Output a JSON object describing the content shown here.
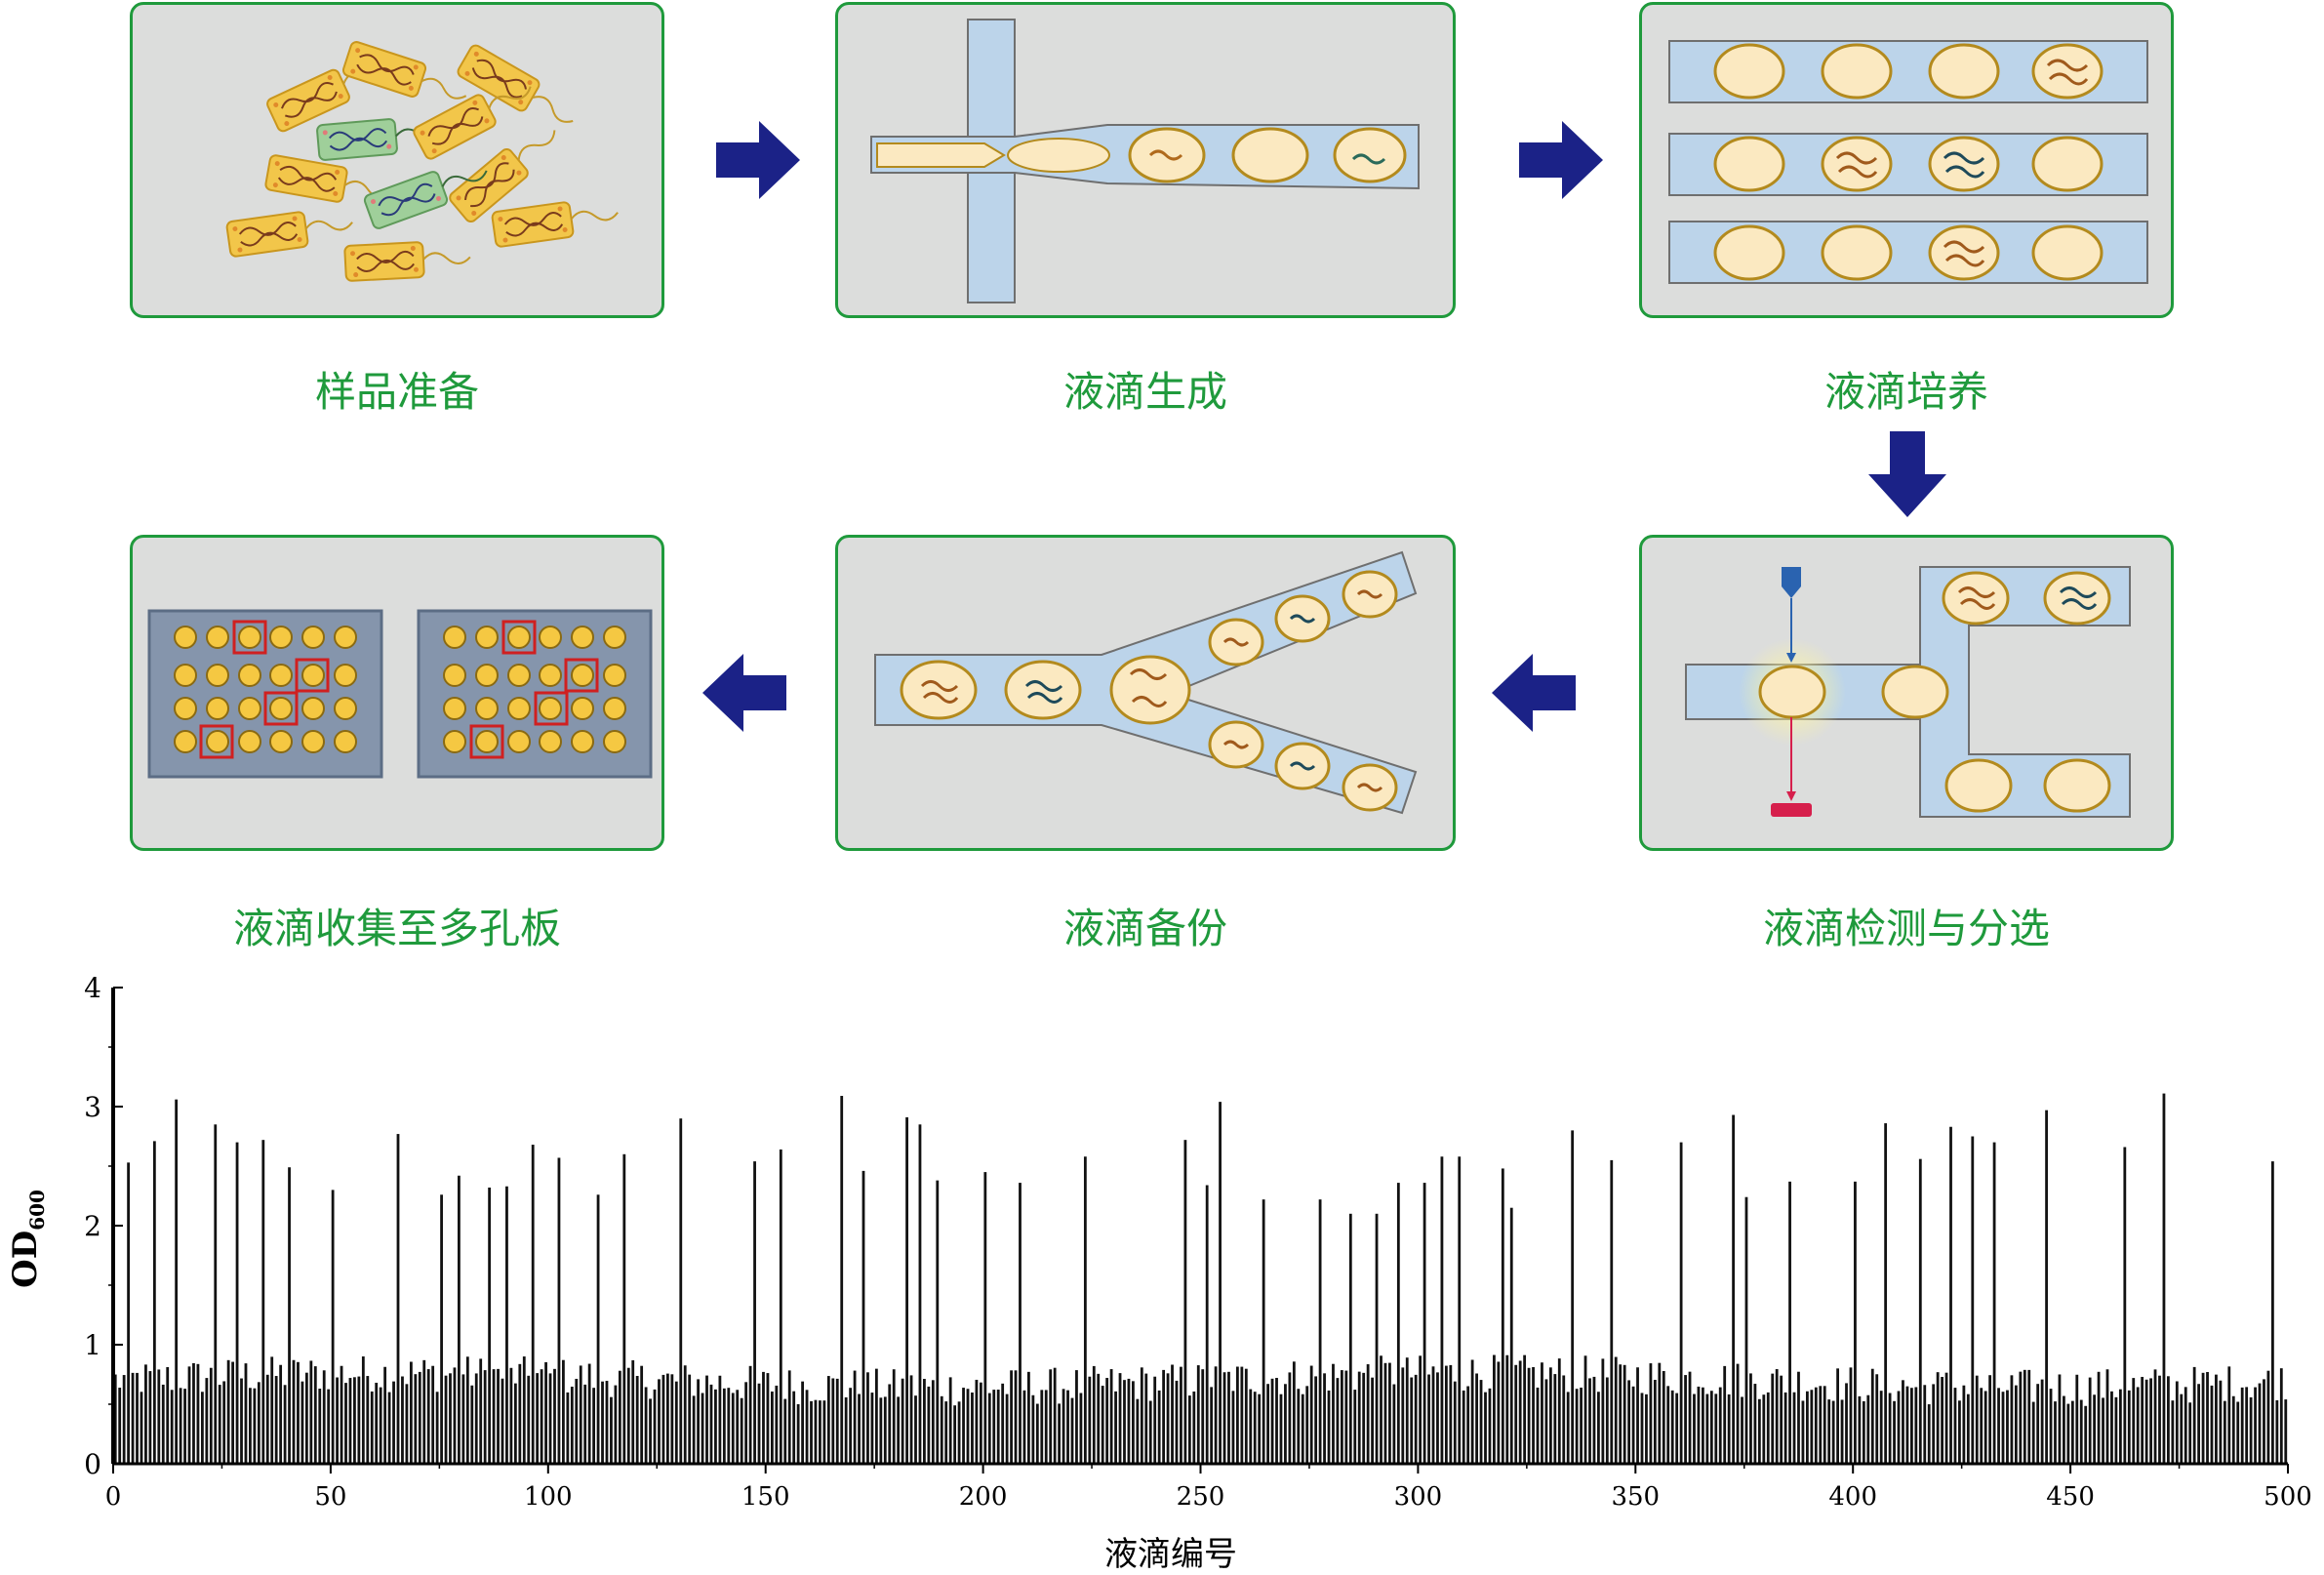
{
  "steps": [
    {
      "label": "样品准备"
    },
    {
      "label": "液滴生成"
    },
    {
      "label": "液滴培养"
    },
    {
      "label": "液滴检测与分选"
    },
    {
      "label": "液滴备份"
    },
    {
      "label": "液滴收集至多孔板"
    }
  ],
  "colors": {
    "panel_border": "#1f9a3c",
    "panel_bg": "#dcdddc",
    "channel": "#bcd4ea",
    "droplet": "#fbe9c1",
    "droplet_border": "#b38a1d",
    "arrow": "#1b2287",
    "plate": "#8595ac",
    "well": "#f5c842",
    "highlight": "#d02020",
    "laser": "#2a63b0",
    "detector": "#d61f4c"
  },
  "chart_data": {
    "type": "bar",
    "xlabel": "液滴编号",
    "ylabel": "OD",
    "ylabel_sub": "600",
    "xlim": [
      0,
      500
    ],
    "ylim": [
      0,
      4
    ],
    "xticks": [
      "0",
      "50",
      "100",
      "150",
      "200",
      "250",
      "300",
      "350",
      "400",
      "450",
      "500"
    ],
    "yticks": [
      "0",
      "1",
      "2",
      "3",
      "4"
    ],
    "n_bars": 500,
    "baseline_range": [
      0.45,
      0.95
    ],
    "peaks": [
      {
        "x": 3,
        "y": 2.53
      },
      {
        "x": 9,
        "y": 2.71
      },
      {
        "x": 14,
        "y": 3.06
      },
      {
        "x": 23,
        "y": 2.85
      },
      {
        "x": 28,
        "y": 2.7
      },
      {
        "x": 34,
        "y": 2.72
      },
      {
        "x": 40,
        "y": 2.49
      },
      {
        "x": 50,
        "y": 2.3
      },
      {
        "x": 65,
        "y": 2.77
      },
      {
        "x": 75,
        "y": 2.26
      },
      {
        "x": 79,
        "y": 2.42
      },
      {
        "x": 86,
        "y": 2.32
      },
      {
        "x": 90,
        "y": 2.33
      },
      {
        "x": 96,
        "y": 2.68
      },
      {
        "x": 102,
        "y": 2.57
      },
      {
        "x": 111,
        "y": 2.26
      },
      {
        "x": 117,
        "y": 2.6
      },
      {
        "x": 130,
        "y": 2.9
      },
      {
        "x": 147,
        "y": 2.54
      },
      {
        "x": 153,
        "y": 2.64
      },
      {
        "x": 167,
        "y": 3.09
      },
      {
        "x": 172,
        "y": 2.46
      },
      {
        "x": 182,
        "y": 2.91
      },
      {
        "x": 185,
        "y": 2.85
      },
      {
        "x": 189,
        "y": 2.38
      },
      {
        "x": 200,
        "y": 2.45
      },
      {
        "x": 208,
        "y": 2.36
      },
      {
        "x": 223,
        "y": 2.58
      },
      {
        "x": 246,
        "y": 2.72
      },
      {
        "x": 251,
        "y": 2.34
      },
      {
        "x": 254,
        "y": 3.04
      },
      {
        "x": 264,
        "y": 2.22
      },
      {
        "x": 277,
        "y": 2.22
      },
      {
        "x": 284,
        "y": 2.1
      },
      {
        "x": 290,
        "y": 2.1
      },
      {
        "x": 295,
        "y": 2.36
      },
      {
        "x": 301,
        "y": 2.36
      },
      {
        "x": 305,
        "y": 2.58
      },
      {
        "x": 309,
        "y": 2.58
      },
      {
        "x": 319,
        "y": 2.48
      },
      {
        "x": 321,
        "y": 2.15
      },
      {
        "x": 335,
        "y": 2.8
      },
      {
        "x": 344,
        "y": 2.55
      },
      {
        "x": 360,
        "y": 2.7
      },
      {
        "x": 372,
        "y": 2.93
      },
      {
        "x": 375,
        "y": 2.24
      },
      {
        "x": 385,
        "y": 2.37
      },
      {
        "x": 400,
        "y": 2.37
      },
      {
        "x": 407,
        "y": 2.86
      },
      {
        "x": 415,
        "y": 2.56
      },
      {
        "x": 422,
        "y": 2.83
      },
      {
        "x": 427,
        "y": 2.75
      },
      {
        "x": 432,
        "y": 2.7
      },
      {
        "x": 444,
        "y": 2.97
      },
      {
        "x": 462,
        "y": 2.66
      },
      {
        "x": 471,
        "y": 3.11
      },
      {
        "x": 496,
        "y": 2.54
      }
    ]
  }
}
